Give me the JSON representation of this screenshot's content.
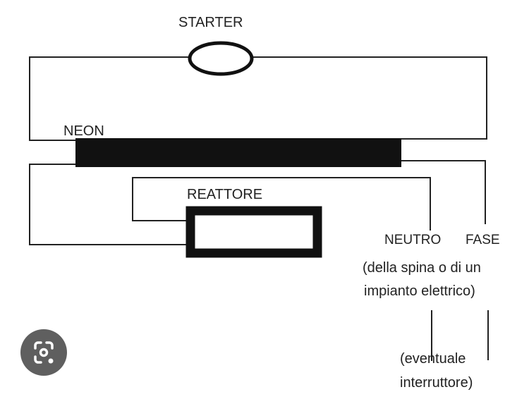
{
  "labels": {
    "starter": "STARTER",
    "neon": "NEON",
    "reactor": "REATTORE",
    "neutral": "NEUTRO",
    "phase": "FASE",
    "source_line1": "(della spina o di un",
    "source_line2": "impianto elettrico)",
    "switch_line1": "(eventuale",
    "switch_line2": "interruttore)"
  },
  "overlay": {
    "lens_icon": "google-lens-icon"
  },
  "colors": {
    "wire": "#222222",
    "lens_bg": "#5f5f5f"
  }
}
